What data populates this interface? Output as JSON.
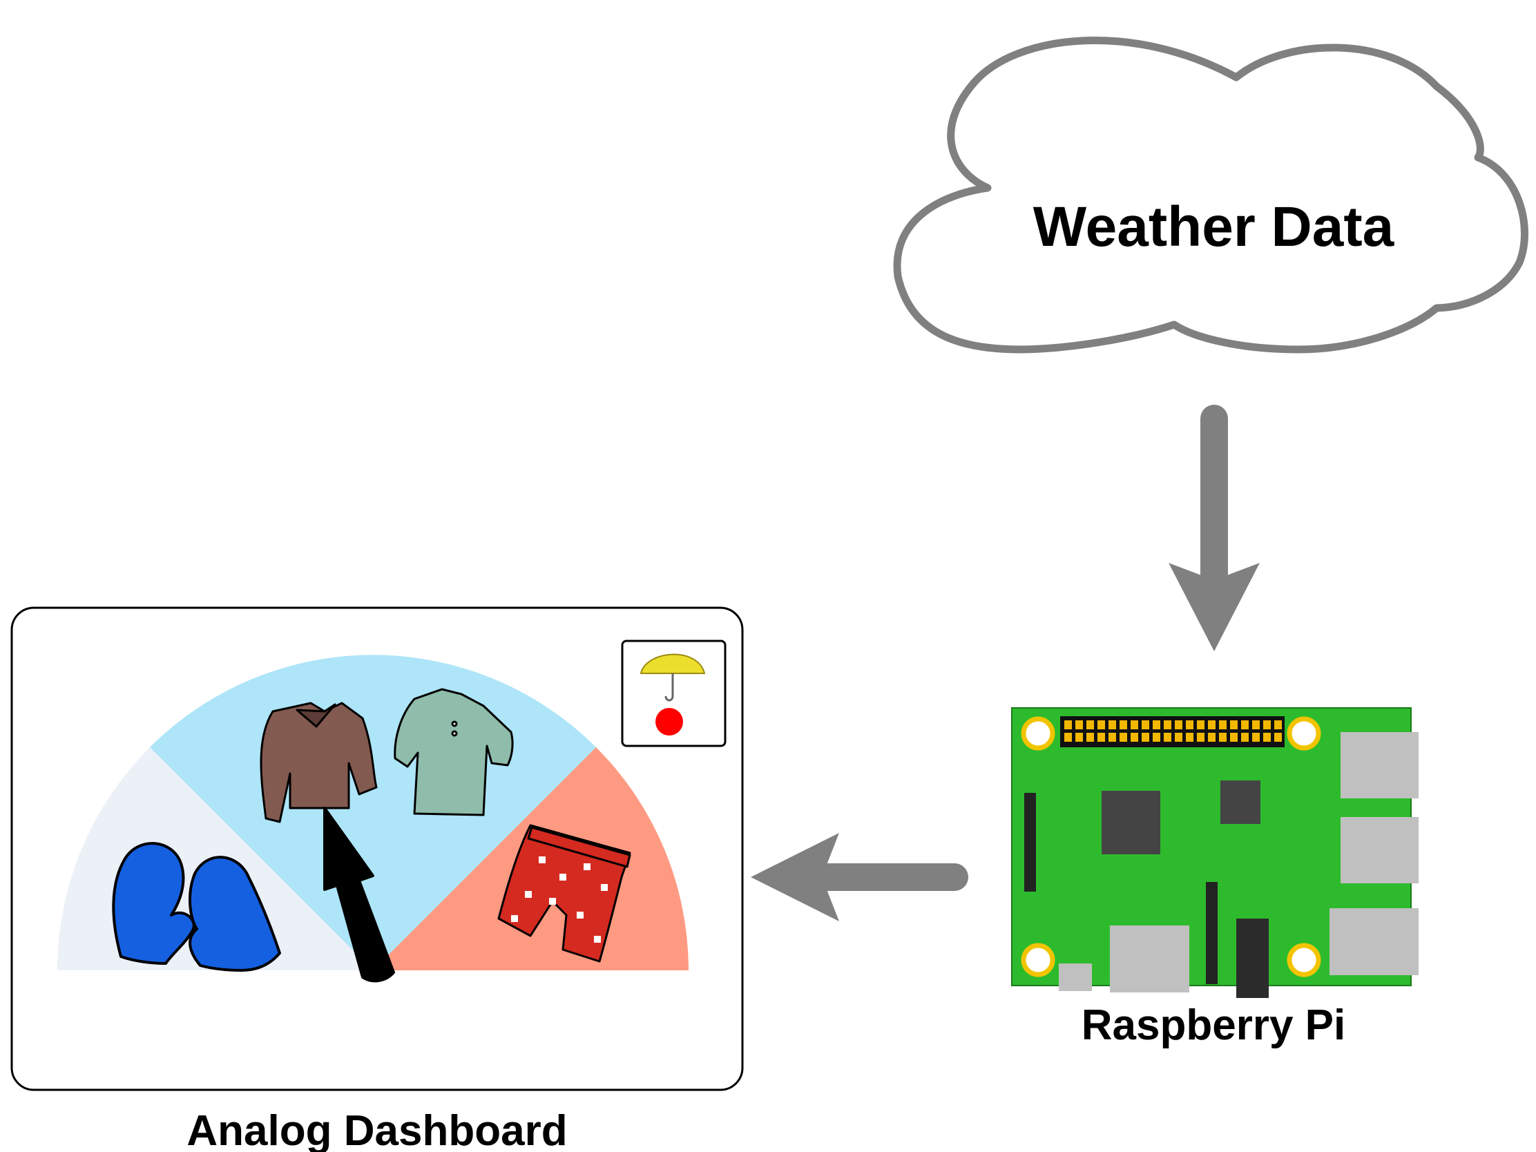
{
  "cloud": {
    "label": "Weather Data"
  },
  "raspberry_pi": {
    "label": "Raspberry Pi"
  },
  "dashboard": {
    "label": "Analog Dashboard",
    "zones": [
      "mittens",
      "sweater",
      "polo-shirt",
      "shorts"
    ],
    "rain_indicator": {
      "icon": "umbrella-icon",
      "led": "red"
    }
  },
  "colors": {
    "flow_arrow": "#808080",
    "cloud_stroke": "#808080",
    "board_green": "#2dbb2d",
    "header_pins": "#f2b800",
    "zone_cold": "#ecf0f7",
    "zone_mild": "#aee5f8",
    "zone_hot": "#ff9a82",
    "needle": "#000000",
    "led": "#ff0000",
    "umbrella": "#ecdf2c"
  }
}
